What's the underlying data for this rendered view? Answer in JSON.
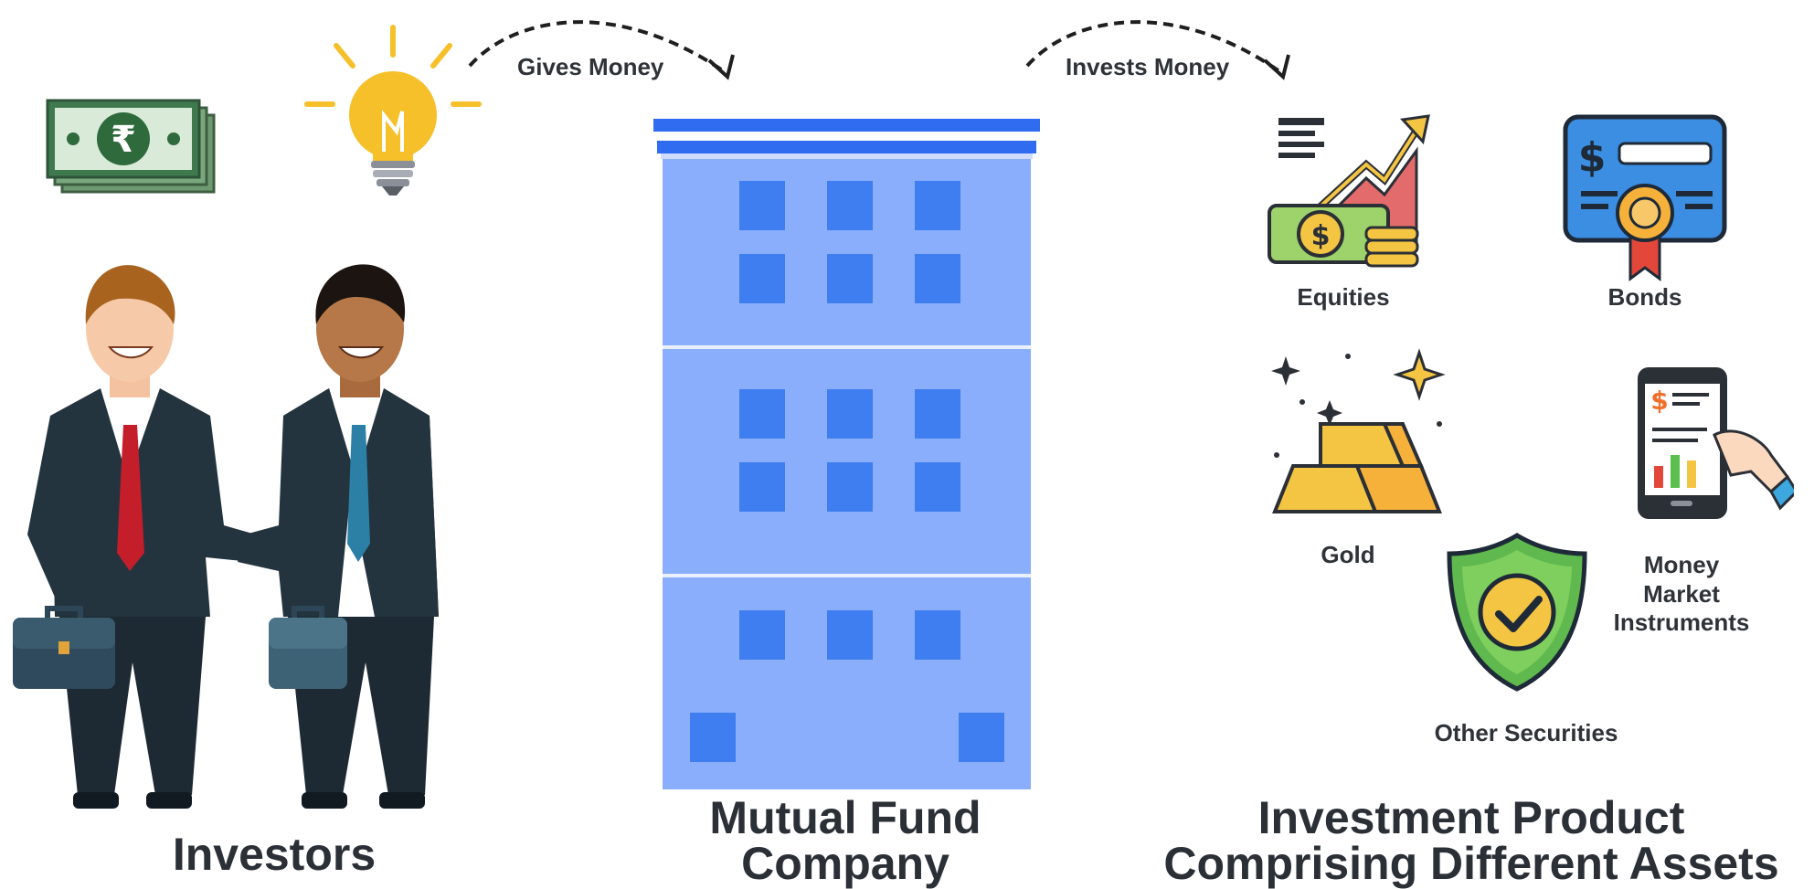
{
  "flow": {
    "gives_label": "Gives Money",
    "invests_label": "Invests Money"
  },
  "investors": {
    "title": "Investors",
    "icons": [
      "rupee-cash-icon",
      "lightbulb-icon",
      "businessman-handshake-icon",
      "briefcase-icon"
    ]
  },
  "company": {
    "title_line1": "Mutual Fund",
    "title_line2": "Company",
    "colors": {
      "building": "#8aaefb",
      "window": "#3f7ef0",
      "roof": "#2f6cf0"
    }
  },
  "product": {
    "title_line1": "Investment Product",
    "title_line2": "Comprising Different Assets",
    "assets": {
      "equities": "Equities",
      "bonds": "Bonds",
      "gold": "Gold",
      "money_line1": "Money",
      "money_line2": "Market",
      "money_line3": "Instruments",
      "other": "Other Securities"
    }
  }
}
